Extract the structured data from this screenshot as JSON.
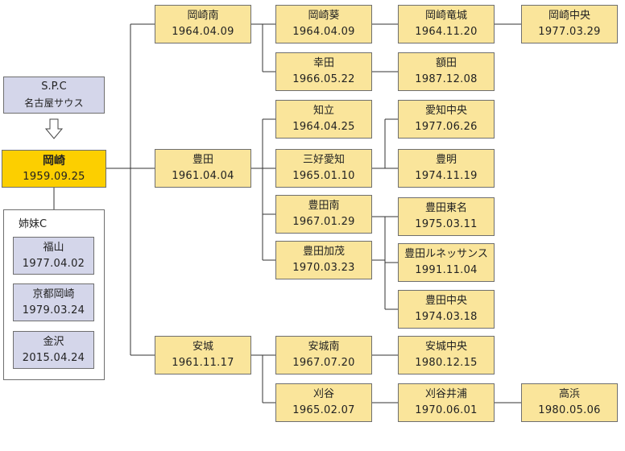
{
  "spc": {
    "line1": "S.P.C",
    "line2": "名古屋サウス"
  },
  "root": {
    "name": "岡崎",
    "date": "1959.09.25"
  },
  "sister_group": {
    "title": "姉妹C",
    "items": [
      {
        "name": "福山",
        "date": "1977.04.02"
      },
      {
        "name": "京都岡崎",
        "date": "1979.03.24"
      },
      {
        "name": "金沢",
        "date": "2015.04.24"
      }
    ]
  },
  "branches": {
    "okazakiminami": {
      "name": "岡崎南",
      "date": "1964.04.09"
    },
    "toyota": {
      "name": "豊田",
      "date": "1961.04.04"
    },
    "anjo": {
      "name": "安城",
      "date": "1961.11.17"
    }
  },
  "level2": {
    "okazakiaoi": {
      "name": "岡崎葵",
      "date": "1964.04.09"
    },
    "koda": {
      "name": "幸田",
      "date": "1966.05.22"
    },
    "chiryu": {
      "name": "知立",
      "date": "1964.04.25"
    },
    "miyoshi": {
      "name": "三好愛知",
      "date": "1965.01.10"
    },
    "toyotaminami": {
      "name": "豊田南",
      "date": "1967.01.29"
    },
    "toyotakamo": {
      "name": "豊田加茂",
      "date": "1970.03.23"
    },
    "anjominami": {
      "name": "安城南",
      "date": "1967.07.20"
    },
    "kariya": {
      "name": "刈谷",
      "date": "1965.02.07"
    }
  },
  "level3": {
    "okazakiryujo": {
      "name": "岡崎竜城",
      "date": "1964.11.20"
    },
    "nukata": {
      "name": "額田",
      "date": "1987.12.08"
    },
    "aichichuo": {
      "name": "愛知中央",
      "date": "1977.06.26"
    },
    "toyoake": {
      "name": "豊明",
      "date": "1974.11.19"
    },
    "toyotatomei": {
      "name": "豊田東名",
      "date": "1975.03.11"
    },
    "toyotarenaissance": {
      "name": "豊田ルネッサンス",
      "date": "1991.11.04"
    },
    "toyotachuo": {
      "name": "豊田中央",
      "date": "1974.03.18"
    },
    "anjochuo": {
      "name": "安城中央",
      "date": "1980.12.15"
    },
    "kariyaiura": {
      "name": "刈谷井浦",
      "date": "1970.06.01"
    }
  },
  "level4": {
    "okazakichuo": {
      "name": "岡崎中央",
      "date": "1977.03.29"
    },
    "takahama": {
      "name": "高浜",
      "date": "1980.05.06"
    }
  },
  "colors": {
    "node": "#fae59b",
    "root": "#fccf00",
    "spc": "#d4d6ea",
    "line": "#333333"
  }
}
